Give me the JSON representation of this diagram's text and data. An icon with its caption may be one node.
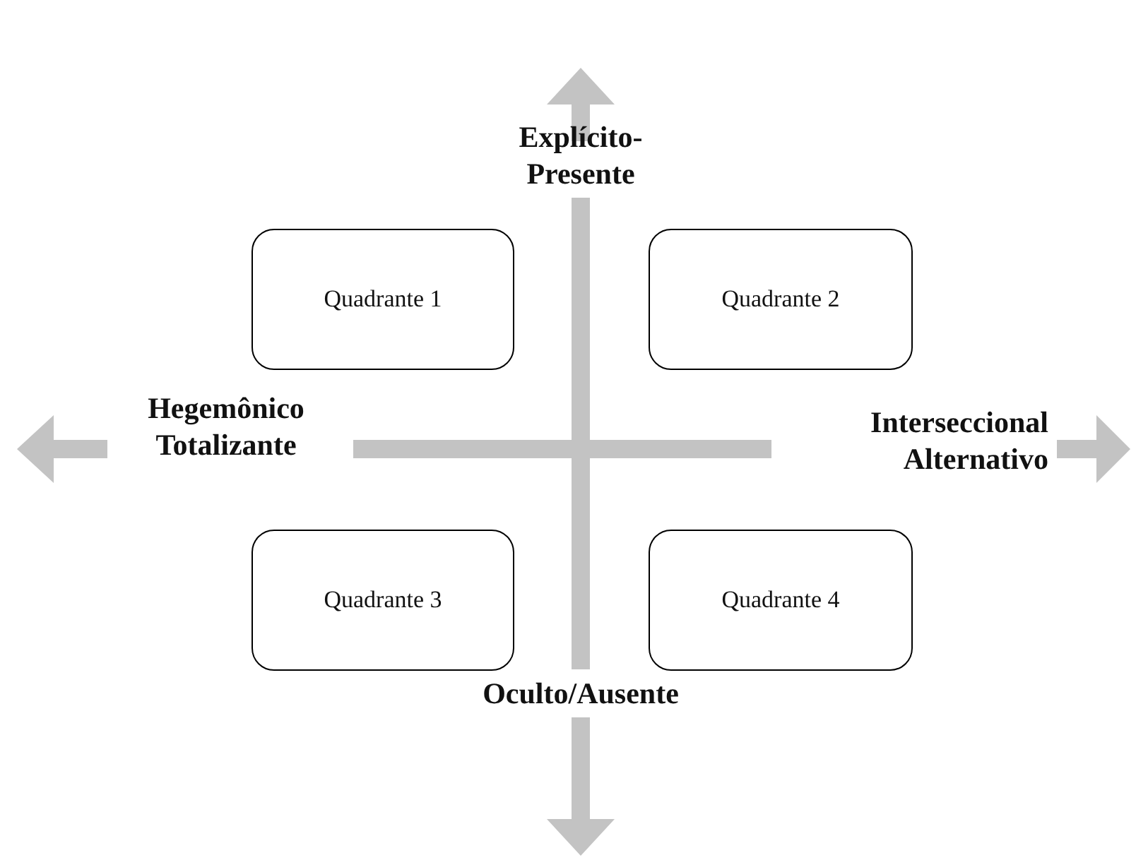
{
  "diagram": {
    "nodes": [
      {
        "text": [
          "Quadrante 1"
        ]
      },
      {
        "text": [
          "Quadrante 2"
        ]
      },
      {
        "text": [
          "Quadrante 3"
        ]
      },
      {
        "text": [
          "Quadrante 4"
        ]
      }
    ],
    "labels": [
      "Explícito- Presente",
      "Hegemônico Totalizante",
      "Interseccional Alternativo",
      "Oculto/Ausente"
    ]
  }
}
